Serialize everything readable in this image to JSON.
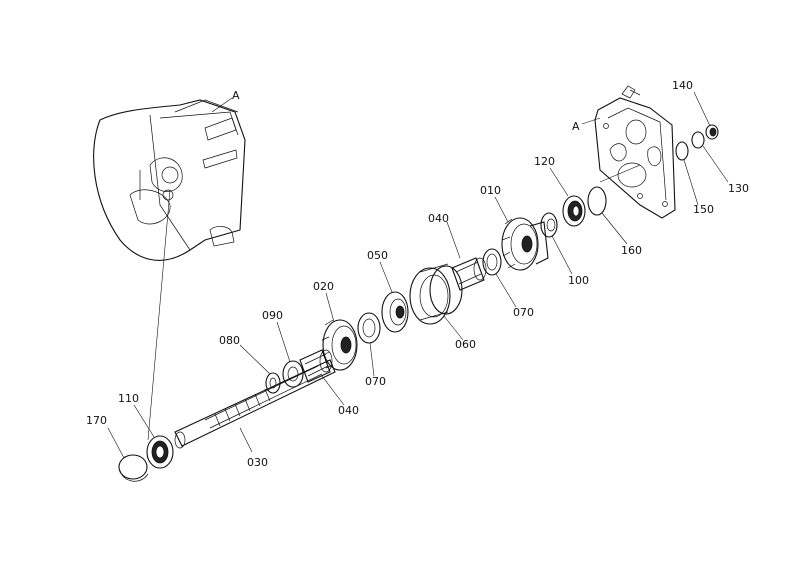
{
  "callouts": [
    {
      "id": "A_left",
      "text": "A"
    },
    {
      "id": "A_right",
      "text": "A"
    },
    {
      "id": "010",
      "text": "010"
    },
    {
      "id": "020",
      "text": "020"
    },
    {
      "id": "030",
      "text": "030"
    },
    {
      "id": "040_upper",
      "text": "040"
    },
    {
      "id": "040_lower",
      "text": "040"
    },
    {
      "id": "050",
      "text": "050"
    },
    {
      "id": "060",
      "text": "060"
    },
    {
      "id": "070_right",
      "text": "070"
    },
    {
      "id": "070_left",
      "text": "070"
    },
    {
      "id": "080",
      "text": "080"
    },
    {
      "id": "090",
      "text": "090"
    },
    {
      "id": "100",
      "text": "100"
    },
    {
      "id": "110",
      "text": "110"
    },
    {
      "id": "120",
      "text": "120"
    },
    {
      "id": "130",
      "text": "130"
    },
    {
      "id": "140",
      "text": "140"
    },
    {
      "id": "150",
      "text": "150"
    },
    {
      "id": "160",
      "text": "160"
    },
    {
      "id": "170",
      "text": "170"
    }
  ]
}
